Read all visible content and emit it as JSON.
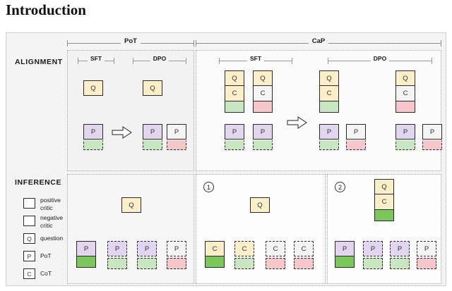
{
  "page": {
    "title": "Introduction"
  },
  "figure": {
    "row_labels": {
      "alignment": "ALIGNMENT",
      "inference": "INFERENCE"
    },
    "super_brackets": [
      {
        "label": "PoT"
      },
      {
        "label": "CaP"
      }
    ],
    "sub_brackets": {
      "pot_sft": "SFT",
      "pot_dpo": "DPO",
      "cap_sft": "SFT",
      "cap_dpo": "DPO"
    },
    "markers": {
      "one": "1",
      "two": "2"
    },
    "tokens": {
      "question": "Q",
      "cot": "C",
      "pot": "P"
    },
    "colors": {
      "question": "#fbeec8",
      "cot_white": "#f4f4f4",
      "pot_purple": "#e2d6ef",
      "pot_white": "#f4f4f4",
      "positive_critic": "#c9e6c2",
      "negative_critic": "#f5c6ca",
      "positive_critic_strong": "#7cc75c",
      "border": "#2a2a2a",
      "panel_border": "#a8a8a8",
      "bracket": "#8d8d8d",
      "figure_bg": "#f4f4f4"
    },
    "legend": [
      {
        "swatch": "positive-critic-swatch",
        "glyph": "",
        "label": "positive\ncritic"
      },
      {
        "swatch": "negative-critic-swatch",
        "glyph": "",
        "label": "negative\ncritic"
      },
      {
        "swatch": "question-swatch",
        "glyph": "Q",
        "label": "question"
      },
      {
        "swatch": "pot-swatch",
        "glyph": "P",
        "label": "PoT"
      },
      {
        "swatch": "cot-swatch",
        "glyph": "C",
        "label": "CoT"
      }
    ],
    "alignment": {
      "pot": {
        "sft": {
          "question": "Q",
          "pot": "P",
          "critic": "positive"
        },
        "dpo": {
          "question": "Q",
          "pairs": [
            {
              "pot": "P",
              "fill": "purple",
              "critic": "positive"
            },
            {
              "pot": "P",
              "fill": "white",
              "critic": "negative"
            }
          ]
        }
      },
      "cap": {
        "sft": {
          "stacks": [
            {
              "q": "Q",
              "c": "C",
              "c_fill": "yellow",
              "critic": "positive"
            },
            {
              "q": "Q",
              "c": "C",
              "c_fill": "white",
              "critic": "negative"
            }
          ],
          "pots": [
            {
              "p": "P",
              "fill": "purple",
              "critic": "positive"
            },
            {
              "p": "P",
              "fill": "purple",
              "critic": "positive"
            }
          ]
        },
        "dpo": {
          "group_a": {
            "stack": {
              "q": "Q",
              "c": "C",
              "c_fill": "yellow",
              "critic": "positive"
            },
            "pots": [
              {
                "p": "P",
                "fill": "purple",
                "critic": "positive"
              },
              {
                "p": "P",
                "fill": "white",
                "critic": "negative"
              }
            ]
          },
          "group_b": {
            "stack": {
              "q": "Q",
              "c": "C",
              "c_fill": "white",
              "critic": "negative"
            },
            "pots": [
              {
                "p": "P",
                "fill": "purple",
                "critic": "positive"
              },
              {
                "p": "P",
                "fill": "white",
                "critic": "negative"
              }
            ]
          }
        }
      }
    },
    "inference": {
      "pot": {
        "question": "Q",
        "candidates": [
          {
            "p": "P",
            "fill": "purple",
            "critic": "positive-strong",
            "border": "solid"
          },
          {
            "p": "P",
            "fill": "purple",
            "critic": "positive",
            "border": "dashed"
          },
          {
            "p": "P",
            "fill": "purple",
            "critic": "positive",
            "border": "dashed"
          },
          {
            "p": "P",
            "fill": "white",
            "critic": "negative",
            "border": "dashed"
          }
        ]
      },
      "cap_1": {
        "marker": "1",
        "question": "Q",
        "candidates": [
          {
            "c": "C",
            "fill": "yellow",
            "critic": "positive-strong",
            "border": "solid"
          },
          {
            "c": "C",
            "fill": "yellow",
            "critic": "positive",
            "border": "dashed"
          },
          {
            "c": "C",
            "fill": "white",
            "critic": "negative",
            "border": "dashed"
          },
          {
            "c": "C",
            "fill": "white",
            "critic": "negative",
            "border": "dashed"
          }
        ]
      },
      "cap_2": {
        "marker": "2",
        "stack": {
          "q": "Q",
          "c": "C",
          "critic": "positive-strong"
        },
        "candidates": [
          {
            "p": "P",
            "fill": "purple",
            "critic": "positive-strong",
            "border": "solid"
          },
          {
            "p": "P",
            "fill": "purple",
            "critic": "positive",
            "border": "dashed"
          },
          {
            "p": "P",
            "fill": "purple",
            "critic": "positive",
            "border": "dashed"
          },
          {
            "p": "P",
            "fill": "white",
            "critic": "negative",
            "border": "dashed"
          }
        ]
      }
    }
  }
}
